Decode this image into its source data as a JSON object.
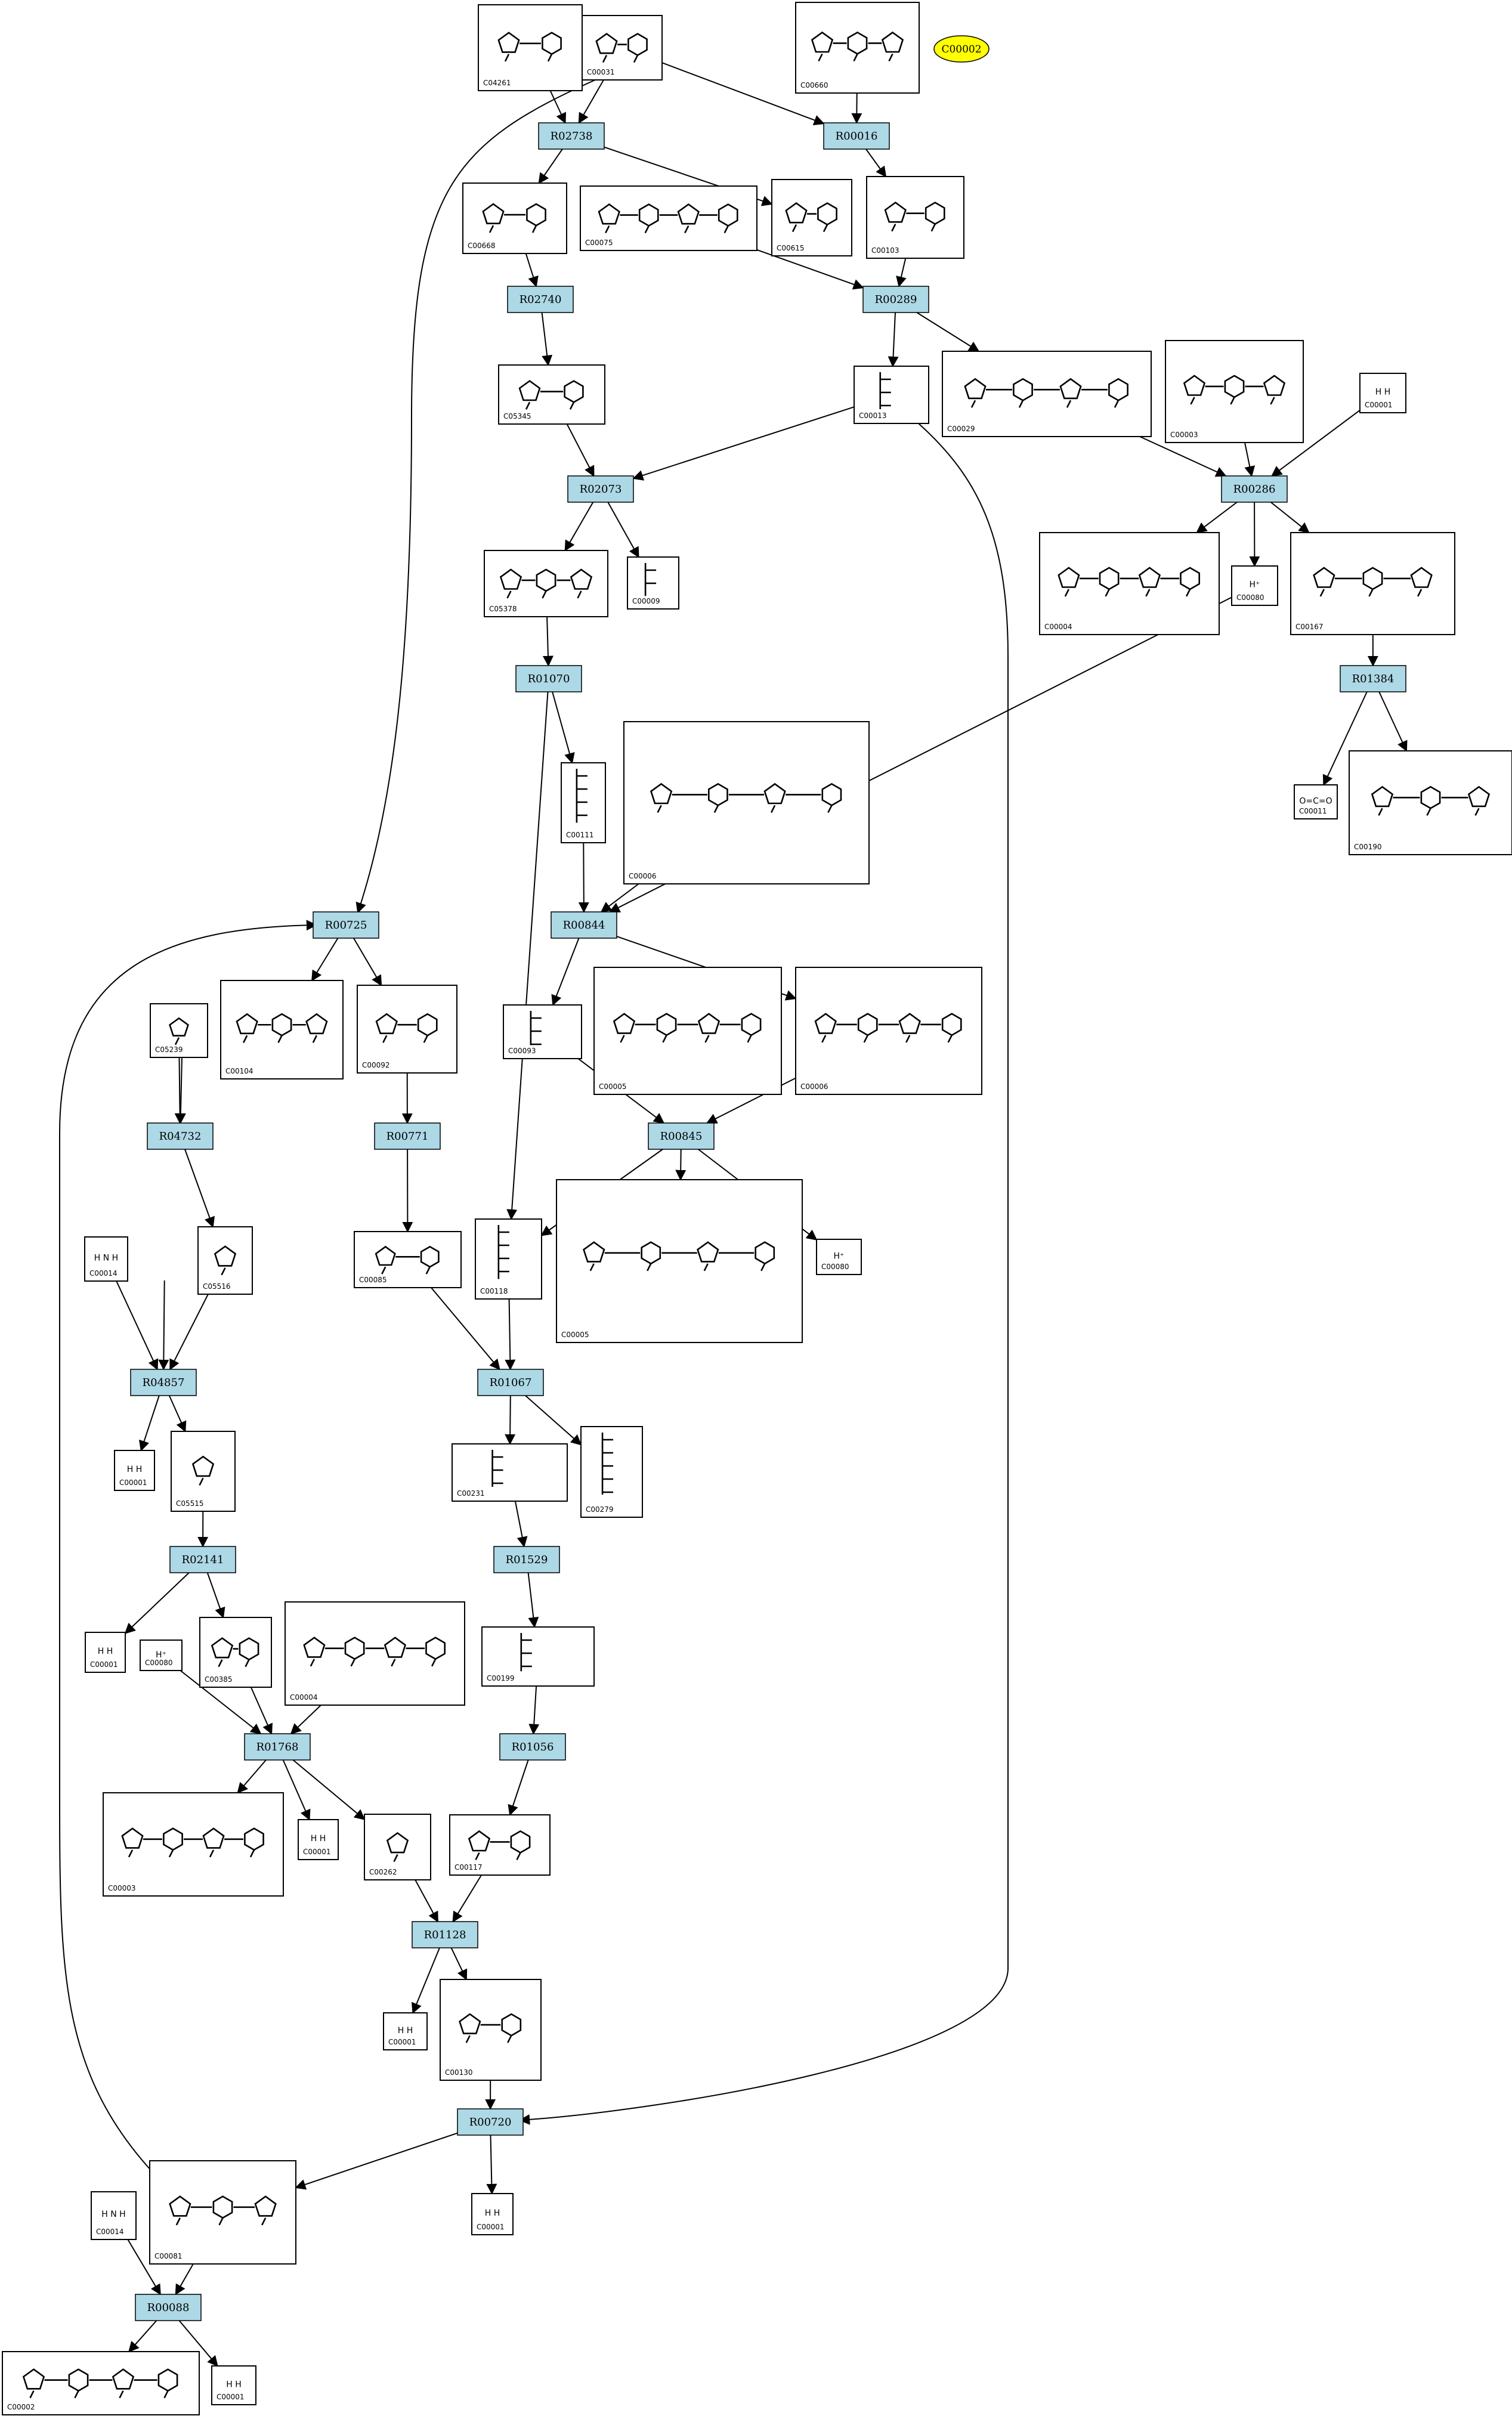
{
  "legend": {
    "label": "C00002",
    "color": "#ffff00"
  },
  "reaction_color": "#add8e6",
  "reactions": [
    "R02738",
    "R00016",
    "R02740",
    "R00289",
    "R02073",
    "R00286",
    "R01384",
    "R01070",
    "R00844",
    "R00725",
    "R04732",
    "R00771",
    "R00845",
    "R04857",
    "R01067",
    "R02141",
    "R01529",
    "R01768",
    "R01056",
    "R01128",
    "R00720",
    "R00088"
  ],
  "compounds": [
    {
      "code": "C04261",
      "chem": "ring"
    },
    {
      "code": "C00031",
      "chem": "ring"
    },
    {
      "code": "C00660",
      "chem": "ring"
    },
    {
      "code": "C00668",
      "chem": "ring"
    },
    {
      "code": "C00075",
      "chem": "ring"
    },
    {
      "code": "C00615",
      "chem": "ring"
    },
    {
      "code": "C00103",
      "chem": "ring"
    },
    {
      "code": "C05345",
      "chem": "ring"
    },
    {
      "code": "C00013",
      "chem": "chain"
    },
    {
      "code": "C00029",
      "chem": "ring"
    },
    {
      "code": "C00003",
      "chem": "ring"
    },
    {
      "code": "C00001",
      "chem": "water",
      "formula": "H  H"
    },
    {
      "code": "C05378",
      "chem": "ring"
    },
    {
      "code": "C00009",
      "chem": "chain"
    },
    {
      "code": "C00004",
      "chem": "ring"
    },
    {
      "code": "C00080",
      "chem": "text",
      "formula": "H⁺"
    },
    {
      "code": "C00167",
      "chem": "ring"
    },
    {
      "code": "C00011",
      "chem": "text",
      "formula": "O=C=O"
    },
    {
      "code": "C00190",
      "chem": "ring"
    },
    {
      "code": "C00111",
      "chem": "chain"
    },
    {
      "code": "C00006",
      "chem": "ring"
    },
    {
      "code": "C05239",
      "chem": "ring"
    },
    {
      "code": "C00104",
      "chem": "ring"
    },
    {
      "code": "C00092",
      "chem": "ring"
    },
    {
      "code": "C00093",
      "chem": "chain"
    },
    {
      "code": "C00005",
      "chem": "ring"
    },
    {
      "code": "C00014",
      "chem": "water",
      "formula": "H N H"
    },
    {
      "code": "C05516",
      "chem": "ring"
    },
    {
      "code": "C00085",
      "chem": "ring"
    },
    {
      "code": "C00118",
      "chem": "chain"
    },
    {
      "code": "C00279",
      "chem": "chain"
    },
    {
      "code": "C05515",
      "chem": "ring"
    },
    {
      "code": "C00231",
      "chem": "chain"
    },
    {
      "code": "C00385",
      "chem": "ring"
    },
    {
      "code": "C00199",
      "chem": "chain"
    },
    {
      "code": "C00262",
      "chem": "ring"
    },
    {
      "code": "C00117",
      "chem": "ring"
    },
    {
      "code": "C00130",
      "chem": "ring"
    },
    {
      "code": "C00081",
      "chem": "ring"
    },
    {
      "code": "C00002",
      "chem": "ring"
    }
  ]
}
